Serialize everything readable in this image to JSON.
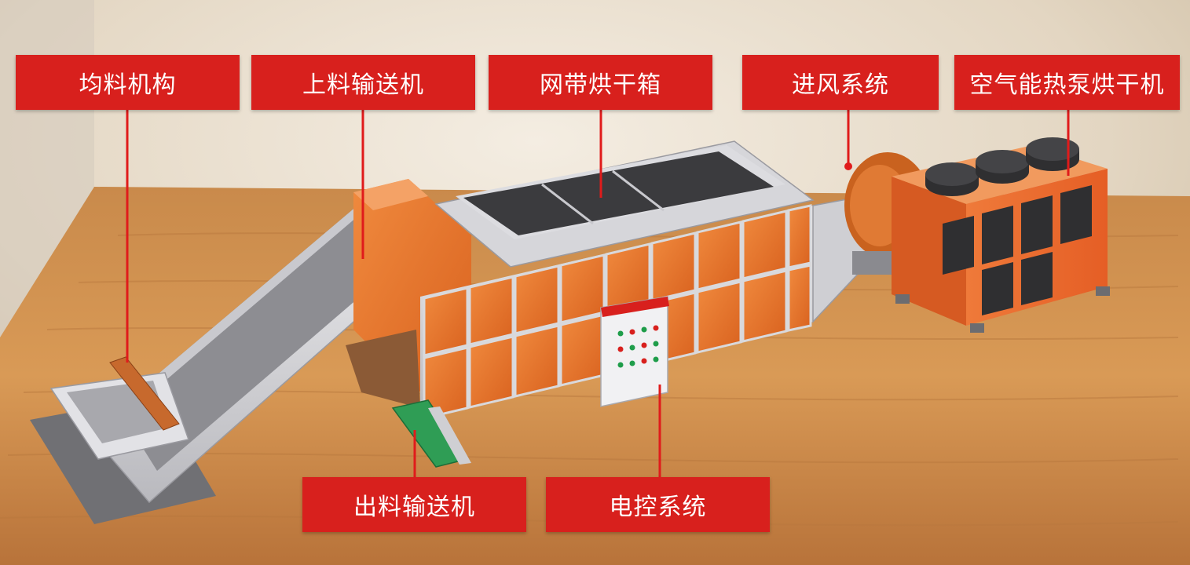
{
  "labels": {
    "leveler": "均料机构",
    "feed_conveyor": "上料输送机",
    "belt_dryer": "网带烘干箱",
    "air_intake": "进风系统",
    "heat_pump": "空气能热泵烘干机",
    "discharge_conveyor": "出料输送机",
    "electric_control": "电控系统"
  },
  "colors": {
    "label_bg": "#d8201d",
    "label_text": "#ffffff",
    "machine_orange": "#e8732b",
    "machine_frame": "#d9d9dc",
    "heat_pump_panel": "#2f2f31",
    "leader_line": "#e01b1b"
  }
}
